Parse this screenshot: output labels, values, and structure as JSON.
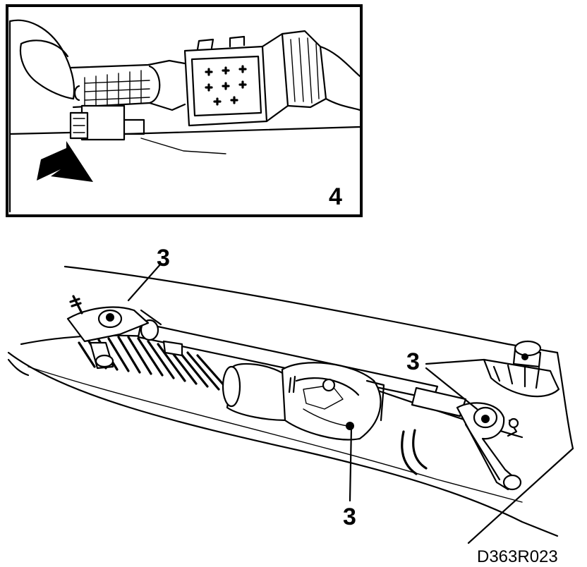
{
  "figure_code": "D363R023",
  "inset": {
    "step_number": "4"
  },
  "callouts": [
    {
      "id": "left-pivot",
      "label": "3"
    },
    {
      "id": "right-pivot",
      "label": "3"
    },
    {
      "id": "motor-mount",
      "label": "3"
    }
  ],
  "colors": {
    "ink": "#000000",
    "paper": "#ffffff"
  },
  "icons": {
    "arrow": "push-direction-arrow-icon"
  }
}
